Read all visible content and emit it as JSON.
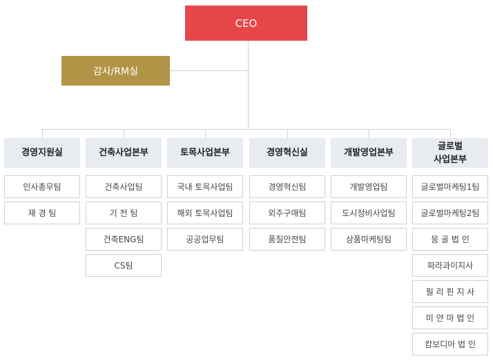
{
  "ceo": "CEO",
  "audit": "감사/RM실",
  "columns": [
    {
      "title": "경영지원실",
      "teams": [
        "인사총무팀",
        "재 경 팀"
      ]
    },
    {
      "title": "건축사업본부",
      "teams": [
        "건축사업팀",
        "기 전 팀",
        "건축ENG팀",
        "CS팀"
      ]
    },
    {
      "title": "토목사업본부",
      "teams": [
        "국내 토목사업팀",
        "해외 토목사업팀",
        "공공업무팀"
      ]
    },
    {
      "title": "경영혁신실",
      "teams": [
        "경영혁신팀",
        "외주구매팀",
        "품질안전팀"
      ]
    },
    {
      "title": "개발영업본부",
      "teams": [
        "개발영업팀",
        "도시정비사업팀",
        "상품마케팅팀"
      ]
    },
    {
      "title": "글로벌\n사업본부",
      "teams": [
        "글로벌마케팅1팀",
        "글로벌마케팅2팀",
        "몽 골 법 인",
        "파라과이지사",
        "필 리 핀 지 사",
        "미 얀 마 법 인",
        "캄보디아 법 인"
      ]
    }
  ],
  "colors": {
    "ceo": "#e8474a",
    "audit": "#b19445",
    "dept": "#e8ebef",
    "line": "#cfcfcf"
  }
}
